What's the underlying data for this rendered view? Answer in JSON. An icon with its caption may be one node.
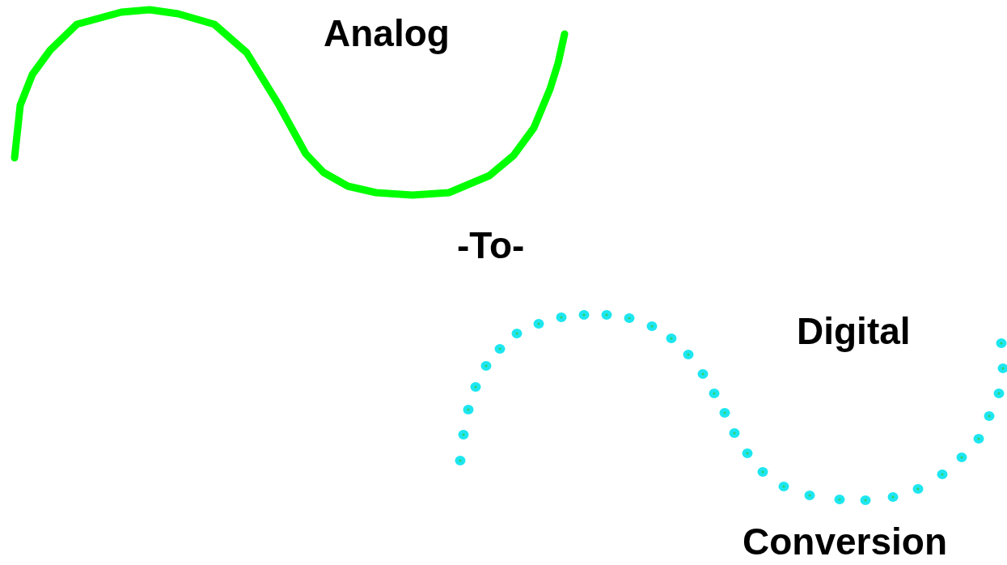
{
  "diagram": {
    "labels": [
      "Analog",
      "-To-",
      "Digital",
      "Conversion"
    ]
  }
}
